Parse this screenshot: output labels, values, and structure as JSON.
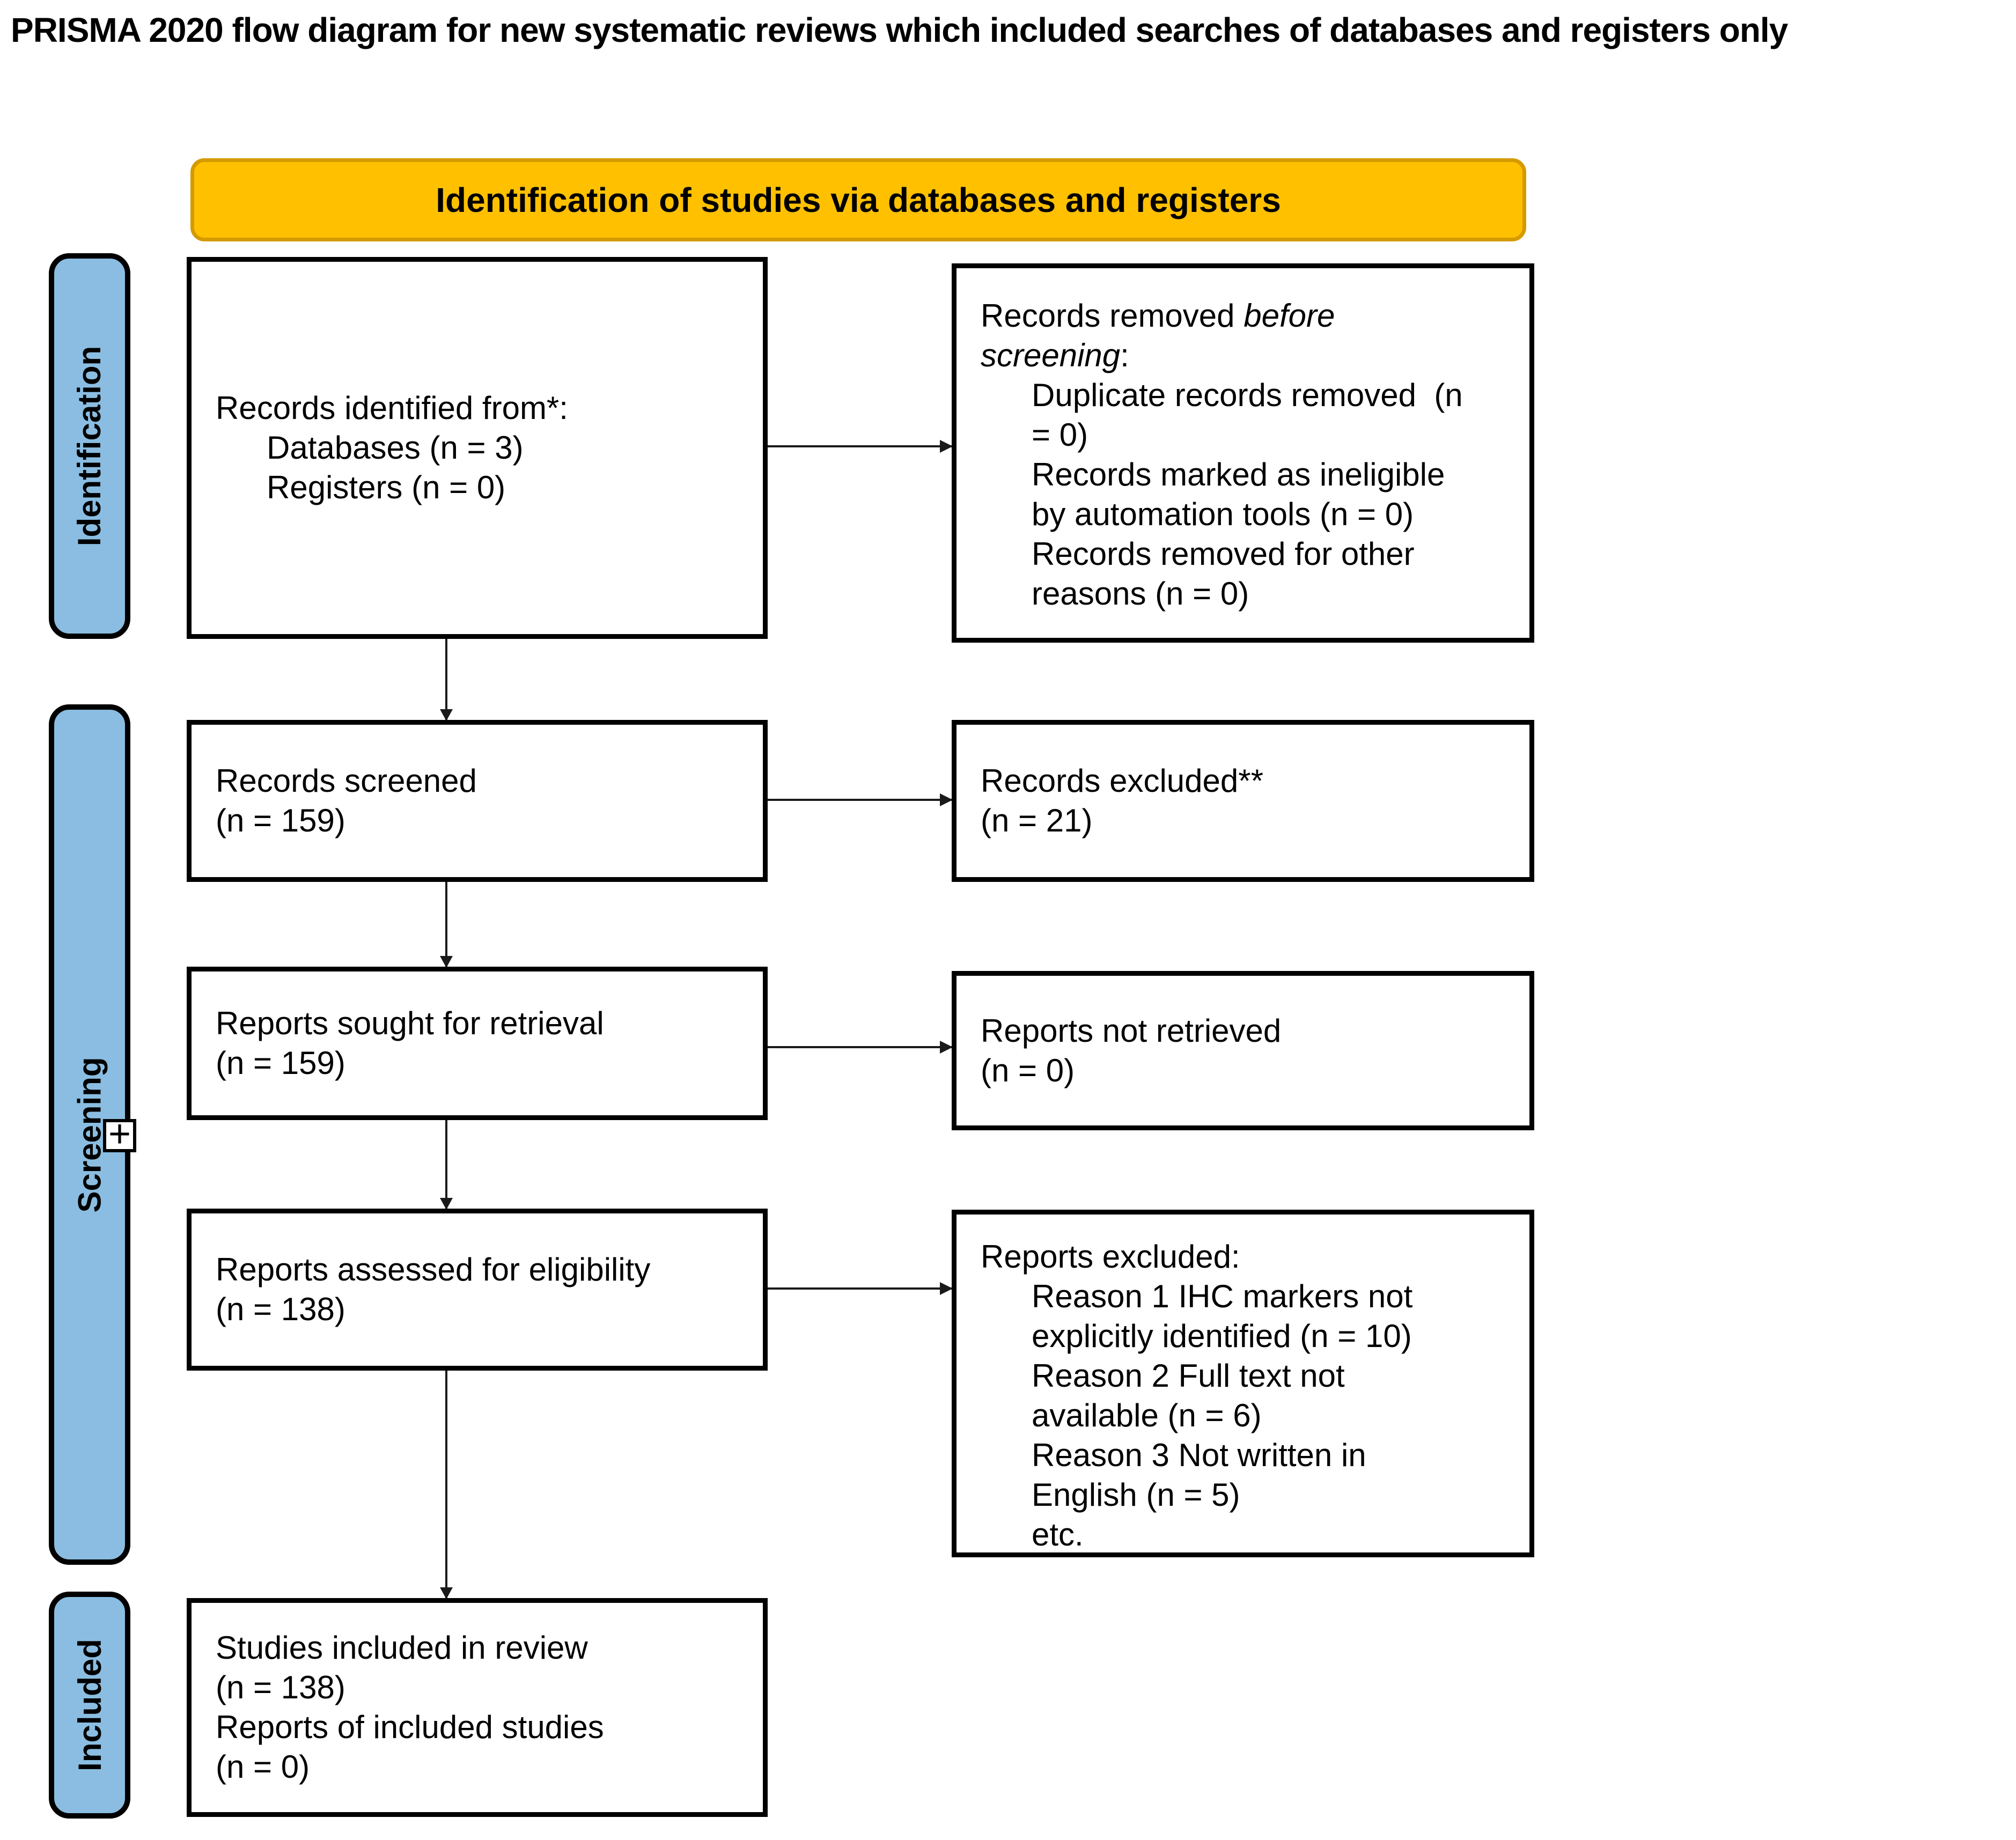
{
  "title": "PRISMA 2020 flow diagram for new systematic reviews which included searches of databases and registers only",
  "banner": {
    "label": "Identification of studies via databases and registers"
  },
  "colors": {
    "banner_fill": "#FFC000",
    "banner_border": "#D49A00",
    "stage_fill": "#8ABDE1",
    "box_border": "#000000",
    "arrow": "#1A1A1A"
  },
  "stages": {
    "identification": "Identification",
    "screening": "Screening",
    "included": "Included"
  },
  "expand": {
    "glyph": "+"
  },
  "boxes": {
    "records_identified": {
      "lines": [
        {
          "ind": 0,
          "seg": [
            {
              "t": "Records identified from*:"
            }
          ]
        },
        {
          "ind": 1,
          "seg": [
            {
              "t": "Databases (n = 3)"
            }
          ]
        },
        {
          "ind": 1,
          "seg": [
            {
              "t": "Registers (n = 0)"
            }
          ]
        }
      ]
    },
    "records_removed": {
      "lines": [
        {
          "ind": 0,
          "seg": [
            {
              "t": "Records removed "
            },
            {
              "t": "before",
              "i": 1
            }
          ]
        },
        {
          "ind": 0,
          "seg": [
            {
              "t": "screening",
              "i": 1
            },
            {
              "t": ":"
            }
          ]
        },
        {
          "ind": 1,
          "seg": [
            {
              "t": "Duplicate records removed  (n"
            }
          ]
        },
        {
          "ind": 1,
          "seg": [
            {
              "t": "= 0)"
            }
          ]
        },
        {
          "ind": 1,
          "seg": [
            {
              "t": "Records marked as ineligible"
            }
          ]
        },
        {
          "ind": 1,
          "seg": [
            {
              "t": "by automation tools (n = 0)"
            }
          ]
        },
        {
          "ind": 1,
          "seg": [
            {
              "t": "Records removed for other"
            }
          ]
        },
        {
          "ind": 1,
          "seg": [
            {
              "t": "reasons (n = 0)"
            }
          ]
        }
      ]
    },
    "records_screened": {
      "lines": [
        {
          "ind": 0,
          "seg": [
            {
              "t": "Records screened"
            }
          ]
        },
        {
          "ind": 0,
          "seg": [
            {
              "t": "(n = 159)"
            }
          ]
        }
      ]
    },
    "records_excluded": {
      "lines": [
        {
          "ind": 0,
          "seg": [
            {
              "t": "Records excluded**"
            }
          ]
        },
        {
          "ind": 0,
          "seg": [
            {
              "t": "(n = 21)"
            }
          ]
        }
      ]
    },
    "reports_sought": {
      "lines": [
        {
          "ind": 0,
          "seg": [
            {
              "t": "Reports sought for retrieval"
            }
          ]
        },
        {
          "ind": 0,
          "seg": [
            {
              "t": "(n = 159)"
            }
          ]
        }
      ]
    },
    "reports_not_retrieved": {
      "lines": [
        {
          "ind": 0,
          "seg": [
            {
              "t": "Reports not retrieved"
            }
          ]
        },
        {
          "ind": 0,
          "seg": [
            {
              "t": "(n = 0)"
            }
          ]
        }
      ]
    },
    "reports_assessed": {
      "lines": [
        {
          "ind": 0,
          "seg": [
            {
              "t": "Reports assessed for eligibility"
            }
          ]
        },
        {
          "ind": 0,
          "seg": [
            {
              "t": "(n = 138)"
            }
          ]
        }
      ]
    },
    "reports_excluded": {
      "lines": [
        {
          "ind": 0,
          "seg": [
            {
              "t": "Reports excluded:"
            }
          ]
        },
        {
          "ind": 1,
          "seg": [
            {
              "t": "Reason 1 IHC markers not"
            }
          ]
        },
        {
          "ind": 1,
          "seg": [
            {
              "t": "explicitly identified (n = 10)"
            }
          ]
        },
        {
          "ind": 1,
          "seg": [
            {
              "t": "Reason 2 Full text not"
            }
          ]
        },
        {
          "ind": 1,
          "seg": [
            {
              "t": "available (n = 6)"
            }
          ]
        },
        {
          "ind": 1,
          "seg": [
            {
              "t": "Reason 3 Not written in"
            }
          ]
        },
        {
          "ind": 1,
          "seg": [
            {
              "t": "English (n = 5)"
            }
          ]
        },
        {
          "ind": 1,
          "seg": [
            {
              "t": "etc."
            }
          ]
        }
      ]
    },
    "studies_included": {
      "lines": [
        {
          "ind": 0,
          "seg": [
            {
              "t": "Studies included in review"
            }
          ]
        },
        {
          "ind": 0,
          "seg": [
            {
              "t": "(n = 138)"
            }
          ]
        },
        {
          "ind": 0,
          "seg": [
            {
              "t": "Reports of included studies"
            }
          ]
        },
        {
          "ind": 0,
          "seg": [
            {
              "t": "(n = 0)"
            }
          ]
        }
      ]
    }
  }
}
